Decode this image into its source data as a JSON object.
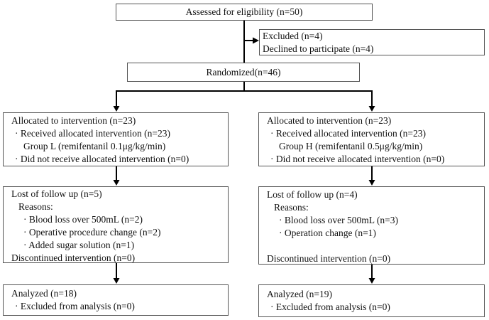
{
  "colors": {
    "box_border": "#545454",
    "connector": "#000000",
    "text": "#111111",
    "background": "#ffffff"
  },
  "boxes": {
    "assessed": {
      "text": "Assessed for eligibility (n=50)"
    },
    "excluded": {
      "lines": [
        "Excluded (n=4)",
        "Declined to participate (n=4)"
      ]
    },
    "randomized": {
      "text": "Randomized(n=46)"
    },
    "allocation_left": {
      "lines": [
        "Allocated to intervention (n=23)",
        "· Received allocated intervention (n=23)",
        "Group L (remifentanil 0.1μg/kg/min)",
        "· Did not receive allocated intervention (n=0)"
      ]
    },
    "allocation_right": {
      "lines": [
        "Allocated to intervention (n=23)",
        "· Received allocated intervention (n=23)",
        "Group H (remifentanil 0.5μg/kg/min)",
        "· Did not receive allocated intervention (n=0)"
      ]
    },
    "followup_left": {
      "lines": [
        "Lost of follow up (n=5)",
        "Reasons:",
        "· Blood loss over 500mL (n=2)",
        "· Operative procedure change (n=2)",
        "· Added sugar solution (n=1)",
        "Discontinued intervention (n=0)"
      ]
    },
    "followup_right": {
      "lines": [
        "Lost of follow up (n=4)",
        "Reasons:",
        "· Blood loss over 500mL (n=3)",
        "· Operation change (n=1)",
        "",
        "Discontinued intervention (n=0)"
      ]
    },
    "analyzed_left": {
      "lines": [
        "Analyzed (n=18)",
        "· Excluded from analysis (n=0)"
      ]
    },
    "analyzed_right": {
      "lines": [
        "Analyzed (n=19)",
        "· Excluded from analysis (n=0)"
      ]
    }
  }
}
